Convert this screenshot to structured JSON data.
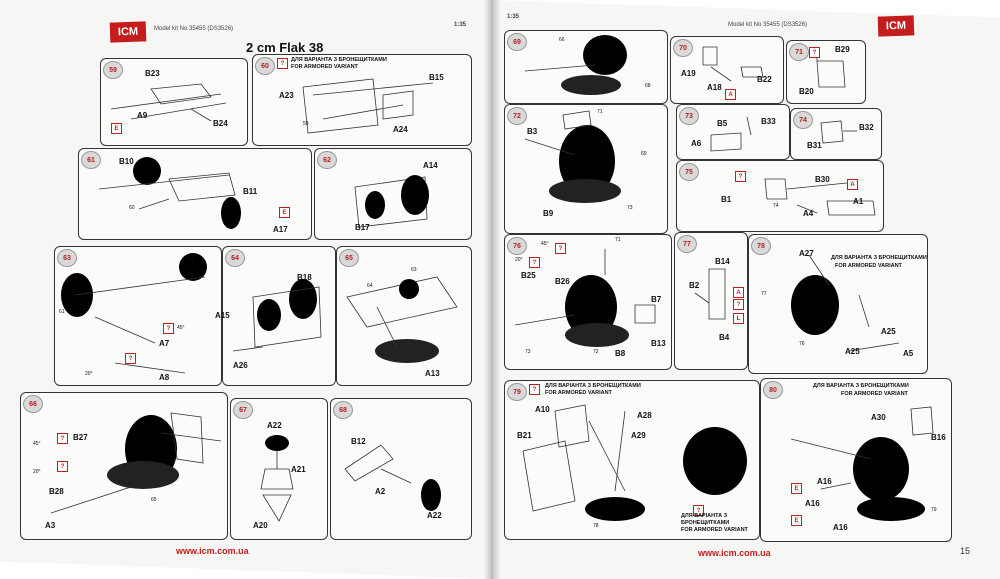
{
  "header": {
    "model_kit": "Model kit No 35455 (DS3526)",
    "scale": "1:35"
  },
  "title": "2 cm Flak 38",
  "footer": {
    "url": "www.icm.com.ua",
    "page_right": "15"
  },
  "annotations": {
    "ua_armored": "ДЛЯ ВАРІАНТА З БРОНЕЩИТКАМИ",
    "ua_armored_wrapped": [
      "ДЛЯ ВАРІАНТА З",
      "БРОНЕЩИТКАМИ"
    ],
    "en_armored": "FOR ARMORED VARIANT"
  },
  "markers": {
    "q": "?",
    "e": "E",
    "a": "A",
    "l": "L"
  },
  "angles": {
    "a45": "45°",
    "a20": "20°"
  },
  "steps": [
    {
      "n": "59",
      "parts": [
        "B23",
        "A9",
        "B24"
      ],
      "refs": []
    },
    {
      "n": "60",
      "parts": [
        "B15",
        "A23",
        "A24"
      ],
      "refs": [
        "59"
      ]
    },
    {
      "n": "61",
      "parts": [
        "B10",
        "B11",
        "A17"
      ],
      "refs": [
        "60"
      ]
    },
    {
      "n": "62",
      "parts": [
        "A14",
        "B17"
      ],
      "refs": []
    },
    {
      "n": "63",
      "parts": [
        "A7",
        "A8"
      ],
      "refs": [
        "62",
        "61"
      ]
    },
    {
      "n": "64",
      "parts": [
        "B18",
        "A15",
        "A26"
      ],
      "refs": []
    },
    {
      "n": "65",
      "parts": [
        "A13"
      ],
      "refs": [
        "63",
        "64"
      ]
    },
    {
      "n": "66",
      "parts": [
        "B27",
        "B28",
        "A3"
      ],
      "refs": [
        "65"
      ]
    },
    {
      "n": "67",
      "parts": [
        "A22",
        "A21",
        "A20"
      ],
      "refs": []
    },
    {
      "n": "68",
      "parts": [
        "B12",
        "A2",
        "A22"
      ],
      "refs": []
    },
    {
      "n": "69",
      "parts": [],
      "refs": [
        "66",
        "68"
      ]
    },
    {
      "n": "70",
      "parts": [
        "A19",
        "A18",
        "B22"
      ],
      "refs": []
    },
    {
      "n": "71",
      "parts": [
        "B29",
        "B20"
      ],
      "refs": []
    },
    {
      "n": "72",
      "parts": [
        "B3",
        "B9"
      ],
      "refs": [
        "71",
        "69",
        "73"
      ]
    },
    {
      "n": "73",
      "parts": [
        "B5",
        "B33",
        "A6"
      ],
      "refs": []
    },
    {
      "n": "74",
      "parts": [
        "B32",
        "B31"
      ],
      "refs": []
    },
    {
      "n": "75",
      "parts": [
        "B30",
        "B1",
        "A4",
        "A1"
      ],
      "refs": [
        "74"
      ]
    },
    {
      "n": "76",
      "parts": [
        "B25",
        "B26",
        "B7",
        "B13",
        "B8"
      ],
      "refs": [
        "71",
        "73",
        "72"
      ]
    },
    {
      "n": "77",
      "parts": [
        "B14",
        "B2",
        "B4"
      ],
      "refs": []
    },
    {
      "n": "78",
      "parts": [
        "A27",
        "A25",
        "A25",
        "A5"
      ],
      "refs": [
        "77",
        "76"
      ]
    },
    {
      "n": "79",
      "parts": [
        "A10",
        "A28",
        "B21",
        "A29"
      ],
      "refs": [
        "78"
      ]
    },
    {
      "n": "80",
      "parts": [
        "A30",
        "B16",
        "A16",
        "A16",
        "A16"
      ],
      "refs": [
        "79"
      ]
    }
  ]
}
